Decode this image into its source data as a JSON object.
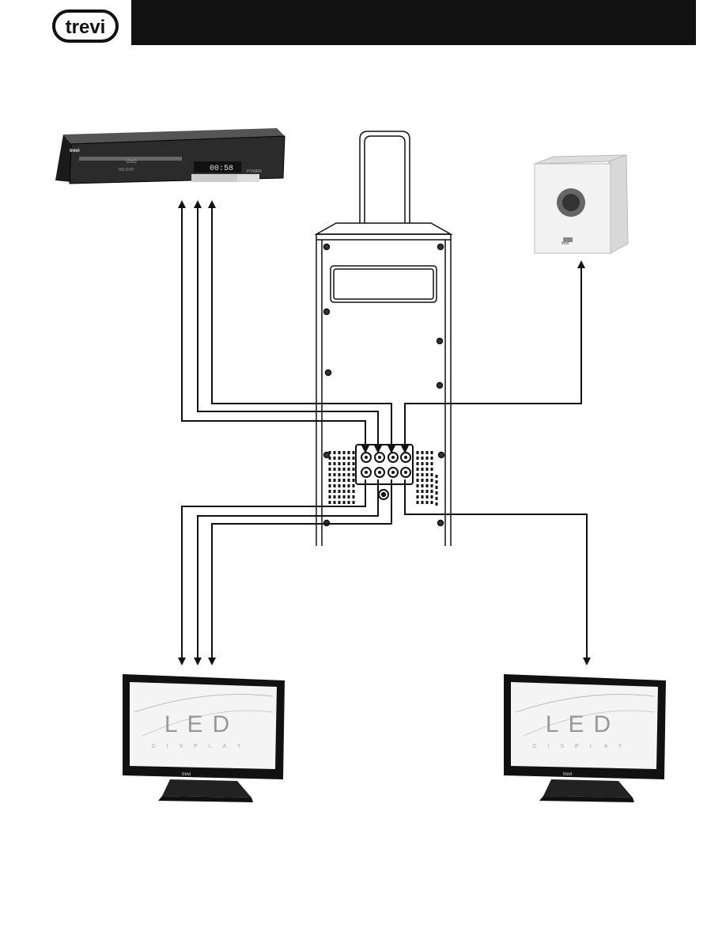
{
  "brand": {
    "logo_text": "trevi"
  },
  "dvd_player": {
    "display_readout": "00:58",
    "disc_label": "DVD",
    "power_label": "POWER",
    "model_label": "HD-DVD",
    "badge_text": "trevi"
  },
  "subwoofer": {
    "badge_text": "trevi"
  },
  "tv_left": {
    "brand_top": "LED",
    "brand_sub": "DISPLAY",
    "badge_text": "trevi"
  },
  "tv_right": {
    "brand_top": "LED",
    "brand_sub": "DISPLAY",
    "badge_text": "trevi"
  },
  "colors": {
    "header": "#111111",
    "line": "#111111",
    "device_dark": "#2b2b2b",
    "subwoofer_body": "#f2f2f2"
  },
  "icons": [
    "trevi-logo",
    "dvd-player",
    "subwoofer",
    "speaker-tower",
    "led-tv",
    "led-tv"
  ]
}
